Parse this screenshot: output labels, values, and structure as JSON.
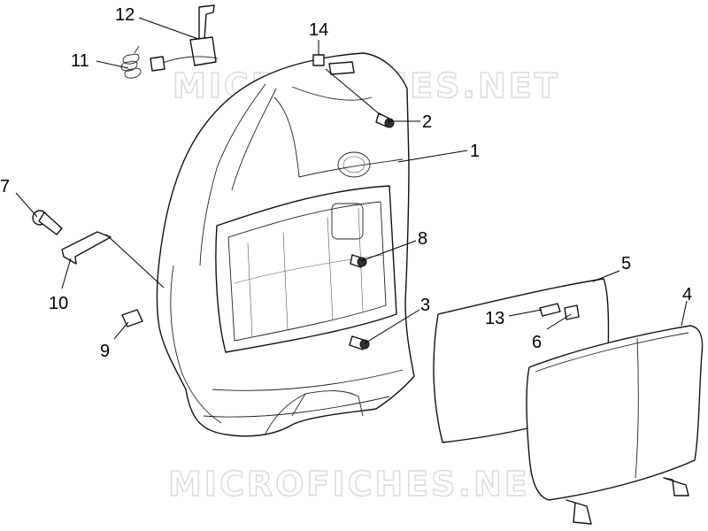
{
  "watermarks": [
    "MICROFICHES.NET",
    "MICROFICHES.NET"
  ],
  "callouts": [
    "1",
    "2",
    "3",
    "4",
    "5",
    "6",
    "7",
    "8",
    "9",
    "10",
    "11",
    "12",
    "13",
    "14"
  ],
  "colors": {
    "line": "#111111",
    "background": "#ffffff",
    "watermark": "#d9d9d9"
  }
}
